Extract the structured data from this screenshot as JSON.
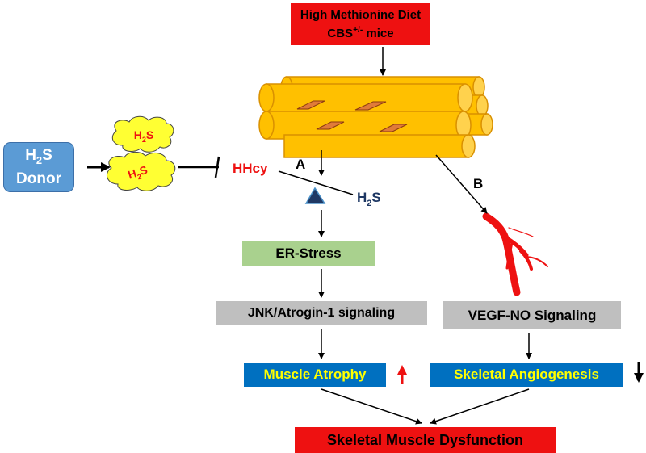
{
  "diet_box": {
    "line1": "High Methionine Diet",
    "line2_base": "CBS",
    "line2_sup": "+/-",
    "line2_rest": " mice"
  },
  "donor_box": {
    "line1_base": "H",
    "line1_sub": "2",
    "line1_rest": "S",
    "line2": "Donor"
  },
  "clouds": [
    {
      "base": "H",
      "sub": "2",
      "rest": "S"
    },
    {
      "base": "H",
      "sub": "2",
      "rest": "S"
    }
  ],
  "hhcy_label": "HHcy",
  "h2s_label": {
    "base": "H",
    "sub": "2",
    "rest": "S"
  },
  "path_labels": {
    "a": "A",
    "b": "B"
  },
  "er_stress": "ER-Stress",
  "jnk_signaling": "JNK/Atrogin-1 signaling",
  "vegf_signaling": "VEGF-NO Signaling",
  "muscle_atrophy": "Muscle Atrophy",
  "skeletal_angiogenesis": "Skeletal Angiogenesis",
  "dysfunction": "Skeletal Muscle Dysfunction",
  "colors": {
    "red": "#ee1111",
    "donor_blue": "#5b9bd5",
    "green": "#a9d18e",
    "gray": "#bfbfbf",
    "outcome_blue": "#0070c0",
    "yellow_text": "#ffff00",
    "fiber": "#ffc000",
    "h2s_navy": "#1f3864"
  },
  "icons": [
    "muscle-fiber-bundle-icon",
    "blood-vessel-icon",
    "up-arrow-icon",
    "down-arrow-icon"
  ]
}
